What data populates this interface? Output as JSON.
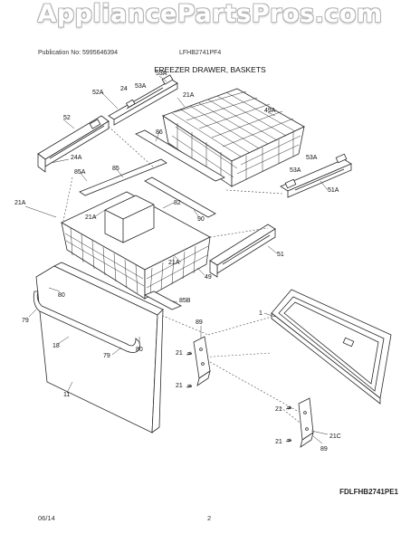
{
  "watermark": "AppliancePartsPros.com",
  "header": {
    "publication": "Publication No: 5995646394",
    "model": "LFHB2741PF4",
    "title": "FREEZER DRAWER, BASKETS"
  },
  "diagram_code": "FDLFHB2741PE1",
  "footer": {
    "date": "06/14",
    "page": "2"
  },
  "callouts": {
    "c53a_top": "53A",
    "c52a": "52A",
    "c24": "24",
    "c53a_mid": "53A",
    "c21a_top": "21A",
    "c49a": "49A",
    "c52": "52",
    "c86": "86",
    "c24a": "24A",
    "c85a": "85A",
    "c85": "85",
    "c53a_r1": "53A",
    "c53a_r2": "53A",
    "c51a": "51A",
    "c21a_left": "21A",
    "c21a_mid": "21A",
    "c82": "82",
    "c90": "90",
    "c51": "51",
    "c21a_low": "21A",
    "c49": "49",
    "c85b": "85B",
    "c80_top": "80",
    "c79_left": "79",
    "c18": "18",
    "c79_mid": "79",
    "c80_low": "80",
    "c11": "11",
    "c1": "1",
    "c89_top": "89",
    "c21_up1": "21",
    "c21_up2": "21",
    "c21_low1": "21",
    "c21_low2": "21",
    "c21c": "21C",
    "c89_low": "89"
  }
}
